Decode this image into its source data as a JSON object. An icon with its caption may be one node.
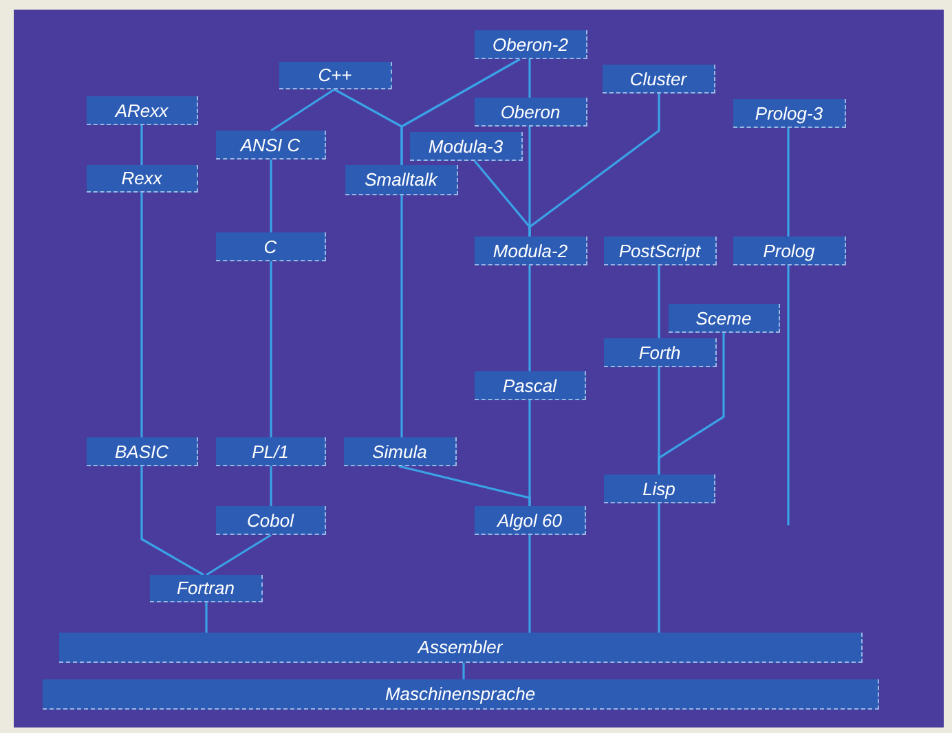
{
  "diagram": {
    "nodes": [
      {
        "text": [
          "Oberon-2"
        ]
      },
      {
        "text": [
          "C++"
        ]
      },
      {
        "text": [
          "Cluster"
        ]
      },
      {
        "text": [
          "ARexx"
        ]
      },
      {
        "text": [
          "Oberon"
        ]
      },
      {
        "text": [
          "Prolog-3"
        ]
      },
      {
        "text": [
          "ANSI C"
        ]
      },
      {
        "text": [
          "Modula-3"
        ]
      },
      {
        "text": [
          "Rexx"
        ]
      },
      {
        "text": [
          "Smalltalk"
        ]
      },
      {
        "text": [
          "C"
        ]
      },
      {
        "text": [
          "Modula-2"
        ]
      },
      {
        "text": [
          "PostScript"
        ]
      },
      {
        "text": [
          "Prolog"
        ]
      },
      {
        "text": [
          "Sceme"
        ]
      },
      {
        "text": [
          "Forth"
        ]
      },
      {
        "text": [
          "Pascal"
        ]
      },
      {
        "text": [
          "BASIC"
        ]
      },
      {
        "text": [
          "PL/1"
        ]
      },
      {
        "text": [
          "Simula"
        ]
      },
      {
        "text": [
          "Lisp"
        ]
      },
      {
        "text": [
          "Cobol"
        ]
      },
      {
        "text": [
          "Algol 60"
        ]
      },
      {
        "text": [
          "Fortran"
        ]
      },
      {
        "text": [
          "Assembler"
        ]
      },
      {
        "text": [
          "Maschinensprache"
        ]
      }
    ],
    "edges": [
      {
        "from": 0,
        "to": 4,
        "arrow": "none"
      },
      {
        "from": 1,
        "to": 6,
        "arrow": "none"
      },
      {
        "from": 1,
        "to": 9,
        "arrow": "none"
      },
      {
        "from": 0,
        "to": 9,
        "arrow": "none"
      },
      {
        "from": 4,
        "to": 11,
        "arrow": "none"
      },
      {
        "from": 7,
        "to": 11,
        "arrow": "none"
      },
      {
        "from": 2,
        "to": 11,
        "arrow": "none"
      },
      {
        "from": 3,
        "to": 8,
        "arrow": "none"
      },
      {
        "from": 5,
        "to": 13,
        "arrow": "none"
      },
      {
        "from": 6,
        "to": 10,
        "arrow": "none"
      },
      {
        "from": 8,
        "to": 17,
        "arrow": "none"
      },
      {
        "from": 9,
        "to": 19,
        "arrow": "none"
      },
      {
        "from": 10,
        "to": 18,
        "arrow": "none"
      },
      {
        "from": 11,
        "to": 16,
        "arrow": "none"
      },
      {
        "from": 12,
        "to": 15,
        "arrow": "none"
      },
      {
        "from": 14,
        "to": 20,
        "arrow": "none"
      },
      {
        "from": 15,
        "to": 20,
        "arrow": "none"
      },
      {
        "from": 13,
        "to": null,
        "arrow": "none"
      },
      {
        "from": 16,
        "to": 22,
        "arrow": "none"
      },
      {
        "from": 17,
        "to": 23,
        "arrow": "none"
      },
      {
        "from": 18,
        "to": 21,
        "arrow": "none"
      },
      {
        "from": 19,
        "to": 22,
        "arrow": "none"
      },
      {
        "from": 21,
        "to": 23,
        "arrow": "none"
      },
      {
        "from": 22,
        "to": 24,
        "arrow": "none"
      },
      {
        "from": 20,
        "to": 24,
        "arrow": "none"
      },
      {
        "from": 23,
        "to": 24,
        "arrow": "none"
      },
      {
        "from": 24,
        "to": 25,
        "arrow": "none"
      }
    ]
  }
}
